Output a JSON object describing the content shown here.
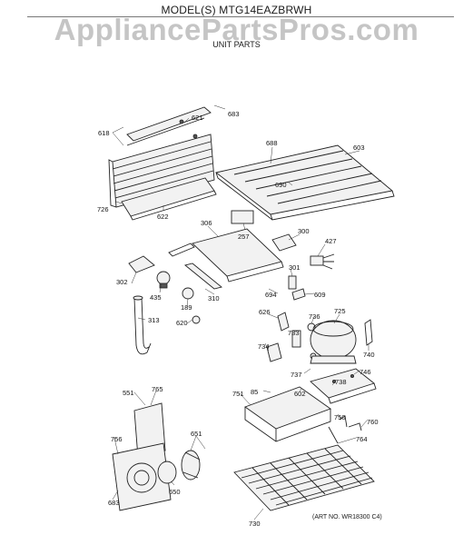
{
  "header": {
    "model": "MODEL(S) MTG14EAZBRWH",
    "section": "UNIT PARTS"
  },
  "watermark": "AppliancePartsPros.com",
  "art_number": "(ART NO. WR18300 C4)",
  "callouts": {
    "c683a": "683",
    "c621": "621",
    "c618": "618",
    "c688": "688",
    "c603": "603",
    "c690": "690",
    "c726": "726",
    "c622": "622",
    "c306": "306",
    "c257": "257",
    "c300": "300",
    "c427": "427",
    "c302": "302",
    "c435": "435",
    "c189": "189",
    "c310": "310",
    "c301": "301",
    "c694": "694",
    "c609": "609",
    "c313": "313",
    "c620": "620",
    "c626": "626",
    "c736": "736",
    "c725": "725",
    "c733": "733",
    "c734": "734",
    "c740": "740",
    "c737": "737",
    "c746": "746",
    "c85": "85",
    "c602": "602",
    "c738": "738",
    "c551": "551",
    "c765": "765",
    "c751": "751",
    "c750": "750",
    "c760": "760",
    "c764": "764",
    "c756": "756",
    "c651": "651",
    "c683b": "683",
    "c650": "650",
    "c730": "730"
  }
}
